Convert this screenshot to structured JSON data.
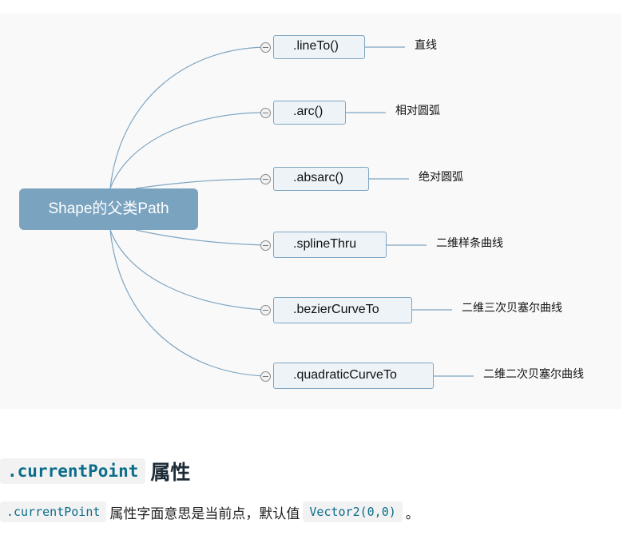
{
  "mindmap": {
    "root": "Shape的父类Path",
    "colors": {
      "root": "#7aa3c0",
      "node_border": "#7fa6c2",
      "connector": "#7fa6c2"
    },
    "branches": [
      {
        "method": ".lineTo()",
        "desc": "直线"
      },
      {
        "method": ".arc()",
        "desc": "相对圆弧"
      },
      {
        "method": ".absarc()",
        "desc": "绝对圆弧"
      },
      {
        "method": ".splineThru",
        "desc": "二维样条曲线"
      },
      {
        "method": ".bezierCurveTo",
        "desc": "二维三次贝塞尔曲线"
      },
      {
        "method": ".quadraticCurveTo",
        "desc": "二维二次贝塞尔曲线"
      }
    ]
  },
  "section": {
    "title_code": ".currentPoint",
    "title_text": "属性",
    "para_code": ".currentPoint",
    "para_text": "属性字面意思是当前点，默认值",
    "para_value": "Vector2(0,0)",
    "para_end": "。"
  }
}
